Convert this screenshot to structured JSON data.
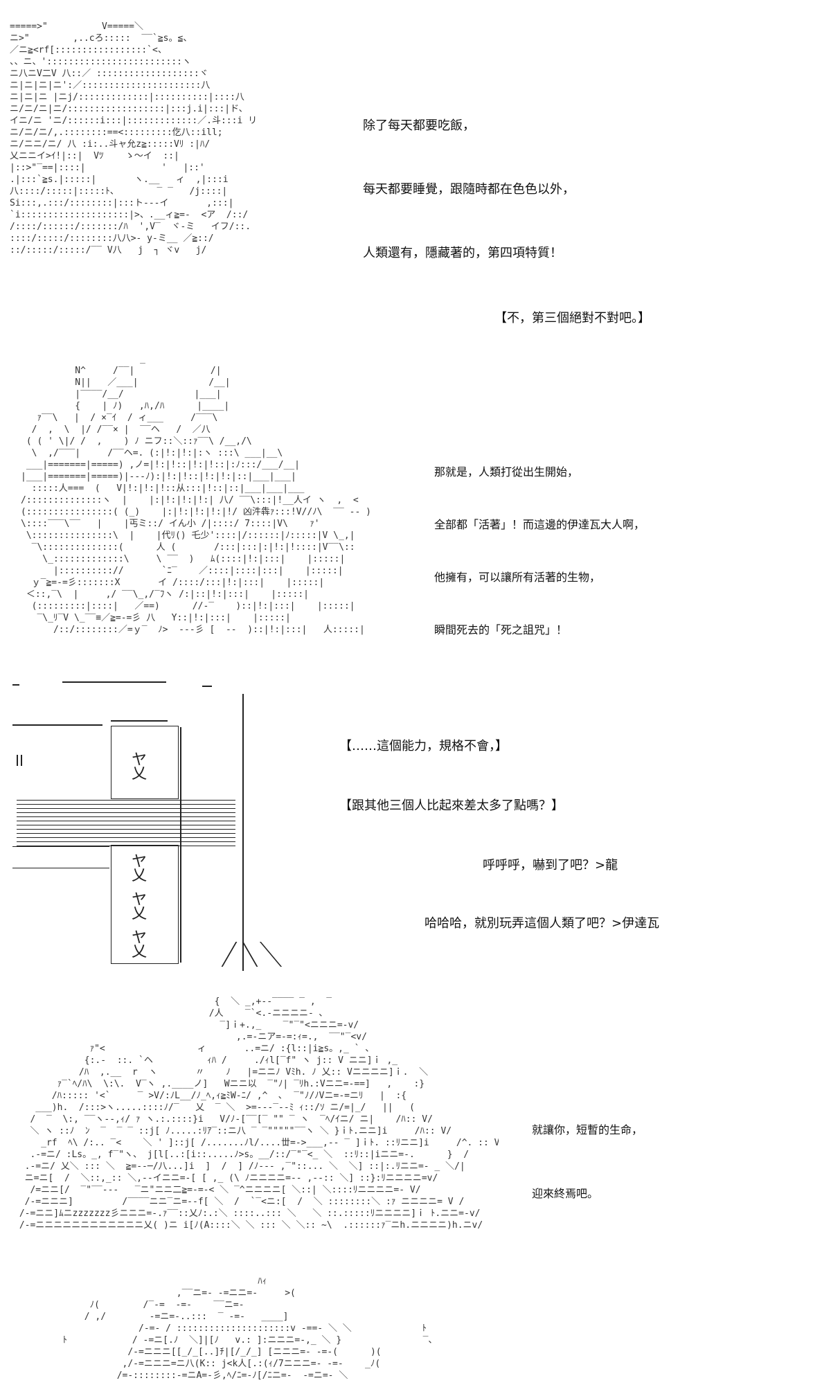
{
  "panel1": {
    "lines": [
      "除了每天都要吃飯，",
      "每天都要睡覺，跟隨時都在色色以外，",
      "人類還有，隱藏著的，第四項特質！",
      "【不，第三個絕對不對吧。】"
    ]
  },
  "panel2": {
    "lines": [
      "那就是，人類打從出生開始，",
      "全部都「活著」！而這邊的伊達瓦大人啊，",
      "他擁有，可以讓所有活著的生物，",
      "瞬間死去的「死之詛咒」！"
    ]
  },
  "panel3": {
    "lines": [
      "【……這個能力，規格不會，】",
      "【跟其他三個人比起來差太多了點嗎？】",
      "呼呼呼，嚇到了吧？>龍",
      "哈哈哈，就別玩弄這個人類了吧？>伊達瓦"
    ],
    "sign_glyph": "ヤ\n乂"
  },
  "panel4": {
    "lines": [
      "就讓你，短暫的生命，",
      "迎來終焉吧。"
    ]
  }
}
